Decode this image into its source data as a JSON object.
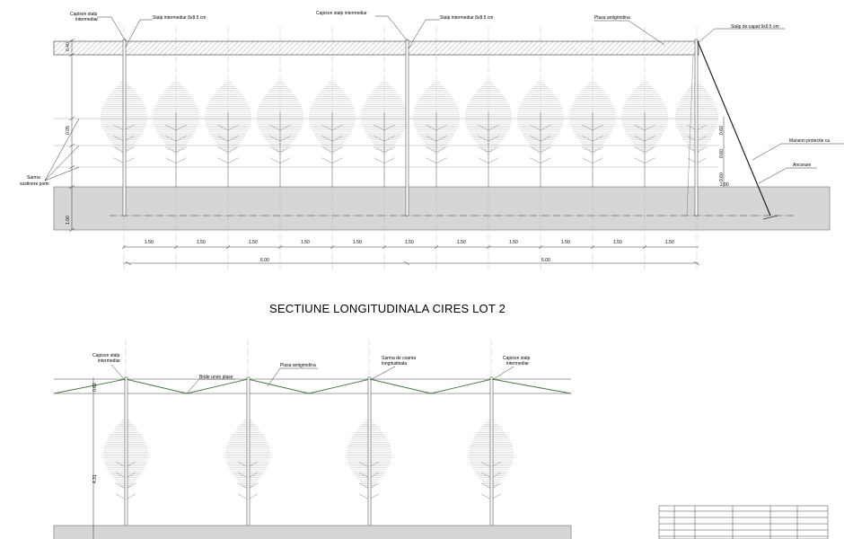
{
  "title": "SECTIUNE LONGITUDINALA CIRES LOT 2",
  "upper_section": {
    "callouts": {
      "capison_1": "Capison stalp",
      "capison_1b": "intermediar",
      "stalp_1": "Stalp intermediar 8x8.5 cm",
      "capison_2": "Capison stalp  intermediar",
      "stalp_2": "Stalp intermediar 8x8.5 cm",
      "plasa": "Plasa antigrindina",
      "stalp_capat": "Stalp de capat 9x9.5 cm",
      "manson": "Manson protectie ca",
      "ancorare": "Ancorare",
      "sarma_1": "Sarma",
      "sarma_2": "sustinere pomi"
    },
    "left_dims": [
      "0.40",
      "0.05",
      "1.00"
    ],
    "right_dims": [
      "0.60",
      "0.60",
      "0.60",
      "2.00"
    ],
    "spacing_labels": [
      "1.50",
      "1.50",
      "1.50",
      "1.50",
      "1.50",
      "1.50",
      "1.50",
      "1.50",
      "1.50",
      "1.50",
      "1.50"
    ],
    "total_labels": [
      "6.00",
      "6.00"
    ]
  },
  "lower_section": {
    "callouts": {
      "capison_1": "Capison stalp",
      "capison_1b": "intermediar",
      "bride": "Bride unire plase",
      "plasa": "Plasa antigrindina",
      "sarma_1": "Sarma de coama",
      "sarma_2": "longitudinala",
      "capison_2": "Capison stalp",
      "capison_2b": "intermediar"
    },
    "left_dims": [
      "0.62",
      "4.31"
    ]
  }
}
